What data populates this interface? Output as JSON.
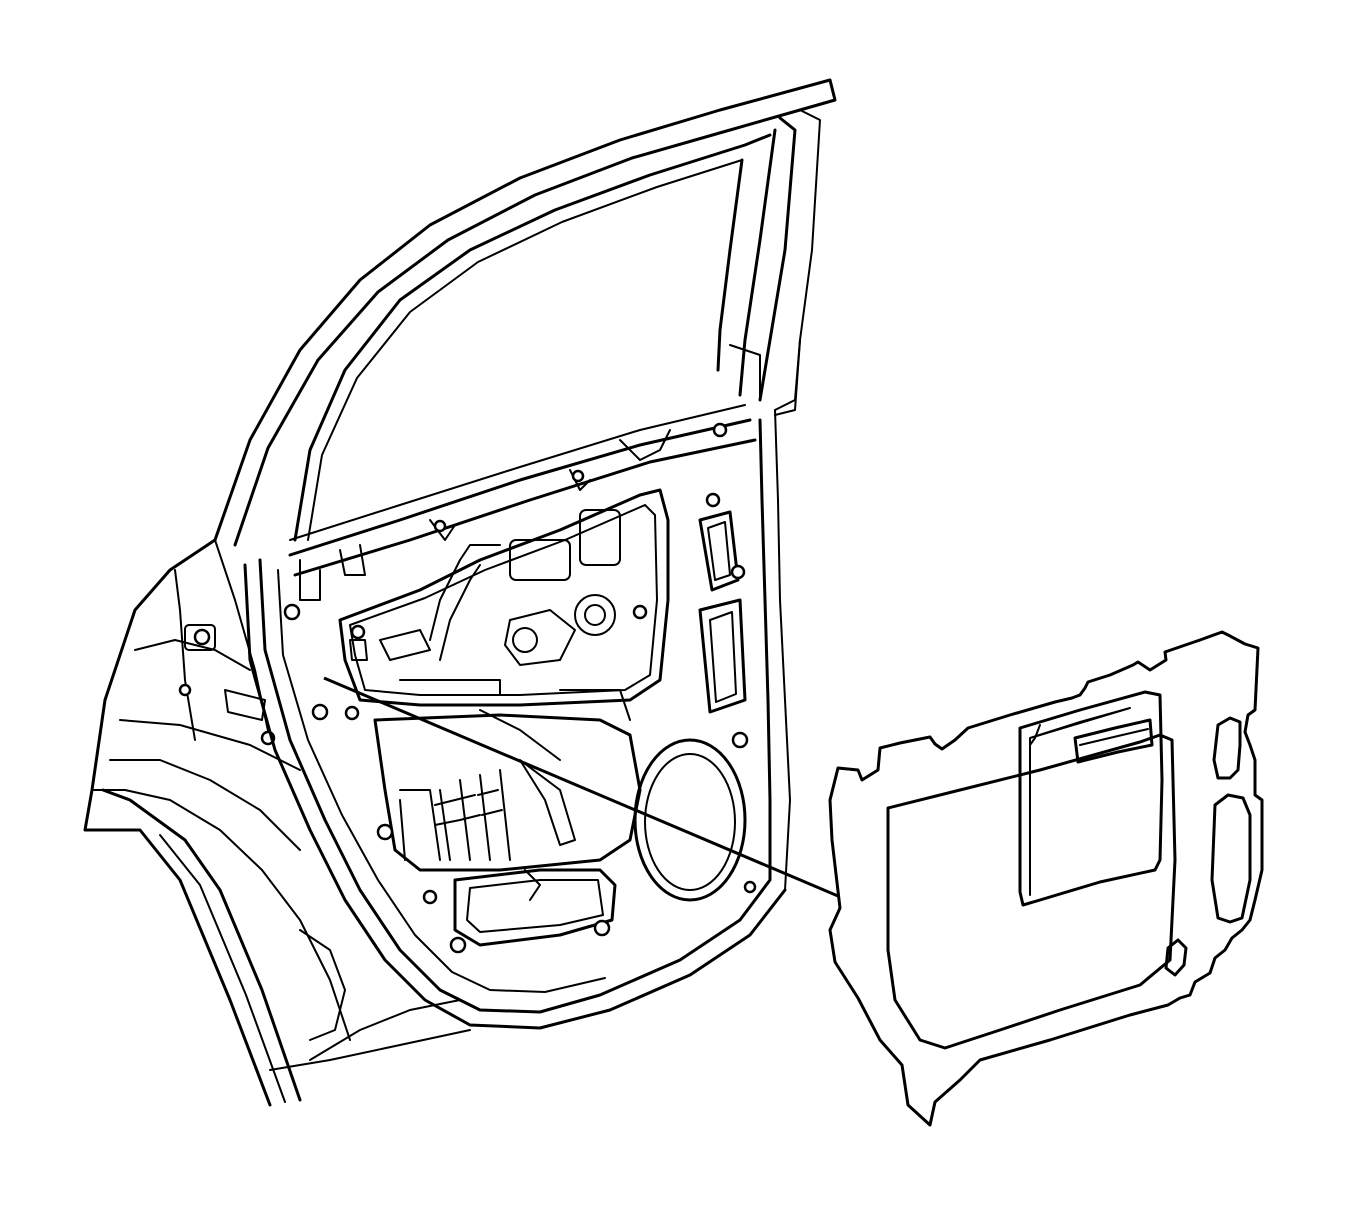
{
  "colors": {
    "ink": "#000000",
    "background": "#ffffff"
  },
  "parts": [
    {
      "key": "door",
      "name": "door-assembly",
      "type": "line-art"
    },
    {
      "key": "water_deflector",
      "name": "water-deflector",
      "type": "line-art"
    },
    {
      "key": "leader",
      "name": "leader-line",
      "type": "callout"
    }
  ]
}
